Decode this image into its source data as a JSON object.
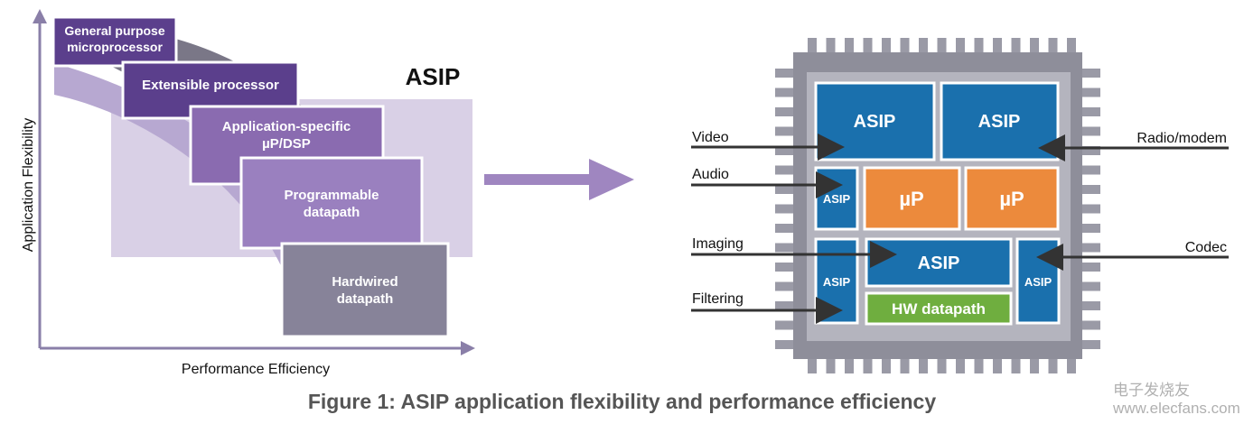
{
  "left": {
    "y_axis_label": "Application Flexibility",
    "x_axis_label": "Performance Efficiency",
    "asip_label": "ASIP",
    "boxes": [
      {
        "lines": [
          "General purpose",
          "microprocessor"
        ]
      },
      {
        "lines": [
          "Extensible processor"
        ]
      },
      {
        "lines": [
          "Application-specific",
          "µP/DSP"
        ]
      },
      {
        "lines": [
          "Programmable",
          "datapath"
        ]
      },
      {
        "lines": [
          "Hardwired",
          "datapath"
        ]
      }
    ]
  },
  "chip": {
    "blocks": {
      "asip_top_left": "ASIP",
      "asip_top_right": "ASIP",
      "asip_small_left": "ASIP",
      "up_1": "µP",
      "up_2": "µP",
      "asip_mid": "ASIP",
      "asip_tall_left": "ASIP",
      "asip_tall_right": "ASIP",
      "hw_datapath": "HW datapath"
    },
    "inputs_left": [
      "Video",
      "Audio",
      "Imaging",
      "Filtering"
    ],
    "inputs_right": [
      "Radio/modem",
      "Codec"
    ]
  },
  "caption": "Figure 1: ASIP application flexibility and performance efficiency",
  "watermark": "电子发烧友 www.elecfans.com",
  "colors": {
    "purple_dark": "#5b3f8c",
    "purple_mid": "#8a6bb0",
    "purple_light": "#c9bddb",
    "gray_box": "#878399",
    "chip_gray": "#8e8e9a",
    "asip_blue": "#1a70ad",
    "up_orange": "#ec8a3c",
    "hw_green": "#6fae3f",
    "arrow_purple": "#9f86c0"
  }
}
